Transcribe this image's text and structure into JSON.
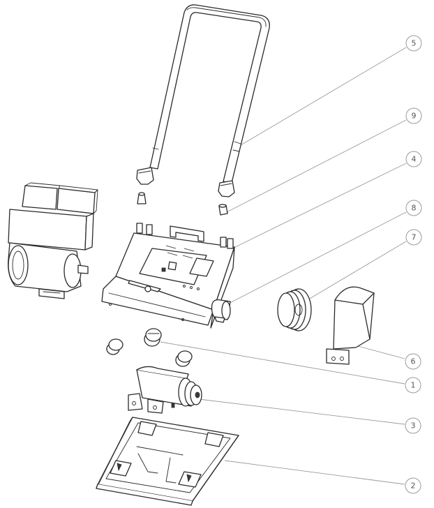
{
  "callouts": [
    {
      "id": "c5",
      "number": "5",
      "part": "handle"
    },
    {
      "id": "c9",
      "number": "9",
      "part": "handle-shock-mount"
    },
    {
      "id": "c4",
      "number": "4",
      "part": "engine-mount-plate"
    },
    {
      "id": "c8",
      "number": "8",
      "part": "plate-shock-mount"
    },
    {
      "id": "c7",
      "number": "7",
      "part": "drive-pulley"
    },
    {
      "id": "c6",
      "number": "6",
      "part": "belt-guard"
    },
    {
      "id": "c1",
      "number": "1",
      "part": "vibration-dampers"
    },
    {
      "id": "c3",
      "number": "3",
      "part": "exciter"
    },
    {
      "id": "c2",
      "number": "2",
      "part": "base-plate"
    }
  ],
  "colors": {
    "line": "#2a2a2a",
    "leader": "#9a9a9a",
    "background": "#ffffff"
  }
}
